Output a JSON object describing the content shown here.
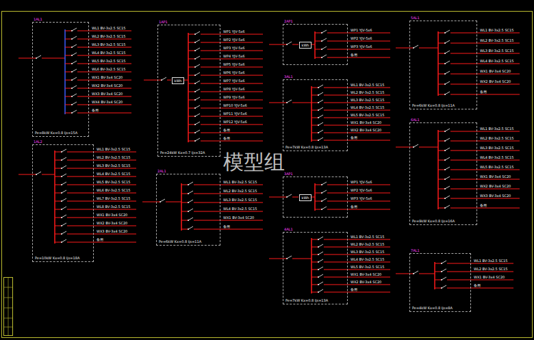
{
  "diagram": {
    "nodes": [
      {
        "text": [
          "1AL1",
          "Pe=8kW Kx=0.8 Ijs=15A"
        ]
      },
      {
        "text": [
          "1AL2",
          "Pe=10kW Kx=0.8 Ijs=18A"
        ]
      },
      {
        "text": [
          "1AP1",
          "Pe=24kW Kx=0.7 Ijs=32A"
        ]
      },
      {
        "text": [
          "kWh"
        ],
        "in": 2
      },
      {
        "text": [
          "2AL1",
          "Pe=6kW Kx=0.8 Ijs=11A"
        ]
      },
      {
        "text": [
          "2AP1"
        ]
      },
      {
        "text": [
          "kWh"
        ],
        "in": 5
      },
      {
        "text": [
          "3AL1",
          "Pe=7kW Kx=0.8 Ijs=13A"
        ]
      },
      {
        "text": [
          "3AP1"
        ]
      },
      {
        "text": [
          "kWh"
        ],
        "in": 8
      },
      {
        "text": [
          "4AL1",
          "Pe=7kW Kx=0.8 Ijs=13A"
        ]
      },
      {
        "text": [
          "5AL1",
          "Pe=6kW Kx=0.8 Ijs=11A"
        ]
      },
      {
        "text": [
          "6AL1",
          "Pe=9kW Kx=0.8 Ijs=16A"
        ]
      },
      {
        "text": [
          "7AL1",
          "Pe=4kW Kx=0.8 Ijs=8A"
        ]
      }
    ],
    "labels": [
      "WL1 BV-3x2.5 SC15",
      "WL2 BV-3x2.5 SC15",
      "WL3 BV-3x2.5 SC15",
      "WL4 BV-3x2.5 SC15",
      "WL5 BV-3x2.5 SC15",
      "WL6 BV-3x2.5 SC15",
      "WX1 BV-3x4 SC20",
      "WX2 BV-3x4 SC20",
      "WX3 BV-3x4 SC20",
      "WX4 BV-3x4 SC20",
      "备用",
      "WL1 BV-3x2.5 SC15",
      "WL2 BV-3x2.5 SC15",
      "WL3 BV-3x2.5 SC15",
      "WL4 BV-3x2.5 SC15",
      "WL5 BV-3x2.5 SC15",
      "WL6 BV-3x2.5 SC15",
      "WL7 BV-3x2.5 SC15",
      "WL8 BV-3x2.5 SC15",
      "WX1 BV-3x4 SC20",
      "WX2 BV-3x4 SC20",
      "WX3 BV-3x4 SC20",
      "备用",
      "WP1 YJV-5x6",
      "WP2 YJV-5x6",
      "WP3 YJV-5x6",
      "WP4 YJV-5x6",
      "WP5 YJV-5x6",
      "WP6 YJV-5x6",
      "WP7 YJV-5x6",
      "WP8 YJV-5x6",
      "WP9 YJV-5x6",
      "WP10 YJV-5x6",
      "WP11 YJV-5x6",
      "WP12 YJV-5x6",
      "备用",
      "备用",
      "WL1 BV-3x2.5 SC15",
      "WL2 BV-3x2.5 SC15",
      "WL3 BV-3x2.5 SC15",
      "WL4 BV-3x2.5 SC15",
      "WX1 BV-3x4 SC20",
      "备用",
      "WP1 YJV-5x6",
      "WP2 YJV-5x6",
      "WP3 YJV-5x6",
      "备用",
      "WL1 BV-3x2.5 SC15",
      "WL2 BV-3x2.5 SC15",
      "WL3 BV-3x2.5 SC15",
      "WL4 BV-3x2.5 SC15",
      "WL5 BV-3x2.5 SC15",
      "WX1 BV-3x4 SC20",
      "WX2 BV-3x4 SC20",
      "备用",
      "WP1 YJV-5x6",
      "WP2 YJV-5x6",
      "WP3 YJV-5x6",
      "备用",
      "WL1 BV-3x2.5 SC15",
      "WL2 BV-3x2.5 SC15",
      "WL3 BV-3x2.5 SC15",
      "WL4 BV-3x2.5 SC15",
      "WL5 BV-3x2.5 SC15",
      "WX1 BV-3x4 SC20",
      "WX2 BV-3x4 SC20",
      "备用",
      "WL1 BV-3x2.5 SC15",
      "WL2 BV-3x2.5 SC15",
      "WL3 BV-3x2.5 SC15",
      "WL4 BV-3x2.5 SC15",
      "WX1 BV-3x4 SC20",
      "WX2 BV-3x4 SC20",
      "备用",
      "WL1 BV-3x2.5 SC15",
      "WL2 BV-3x2.5 SC15",
      "WL3 BV-3x2.5 SC15",
      "WL4 BV-3x2.5 SC15",
      "WL5 BV-3x2.5 SC15",
      "WX1 BV-3x4 SC20",
      "WX2 BV-3x4 SC20",
      "WX3 BV-3x4 SC20",
      "备用",
      "WL1 BV-3x2.5 SC15",
      "WL2 BV-3x2.5 SC15",
      "WX1 BV-3x4 SC20",
      "备用",
      "模型组"
    ]
  }
}
